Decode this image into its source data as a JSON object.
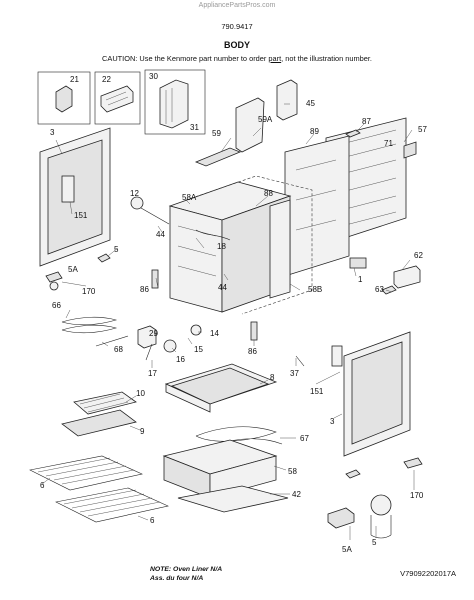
{
  "header": {
    "watermark": "AppliancePartsPros.com",
    "model_code": "790.9417",
    "section_title": "BODY",
    "caution_pre": "CAUTION: Use the Kenmore part number to order ",
    "caution_link": "part",
    "caution_post": ", not the illustration number."
  },
  "callouts": {
    "c21": "21",
    "c22": "22",
    "c30": "30",
    "c31": "31",
    "c45": "45",
    "c59A": "59A",
    "c59": "59",
    "c89": "89",
    "c87": "87",
    "c71": "71",
    "c57": "57",
    "c3a": "3",
    "c151a": "151",
    "c12": "12",
    "c44a": "44",
    "c58A": "58A",
    "c88": "88",
    "c18": "18",
    "c5a": "5",
    "c5Aa": "5A",
    "c170a": "170",
    "c86a": "86",
    "c44b": "44",
    "c58B": "58B",
    "c1": "1",
    "c62": "62",
    "c63": "63",
    "c66": "66",
    "c29": "29",
    "c14": "14",
    "c68": "68",
    "c16": "16",
    "c15": "15",
    "c17": "17",
    "c86b": "86",
    "c37": "37",
    "c151b": "151",
    "c3b": "3",
    "c10": "10",
    "c8": "8",
    "c9": "9",
    "c67": "67",
    "c58": "58",
    "c6a": "6",
    "c42": "42",
    "c6b": "6",
    "c170b": "170",
    "c5Ab": "5A",
    "c5b": "5"
  },
  "footer": {
    "note_line1": "NOTE: Oven Liner N/A",
    "note_line2": "Ass. du four N/A",
    "diagram_code": "V79092202017A"
  }
}
